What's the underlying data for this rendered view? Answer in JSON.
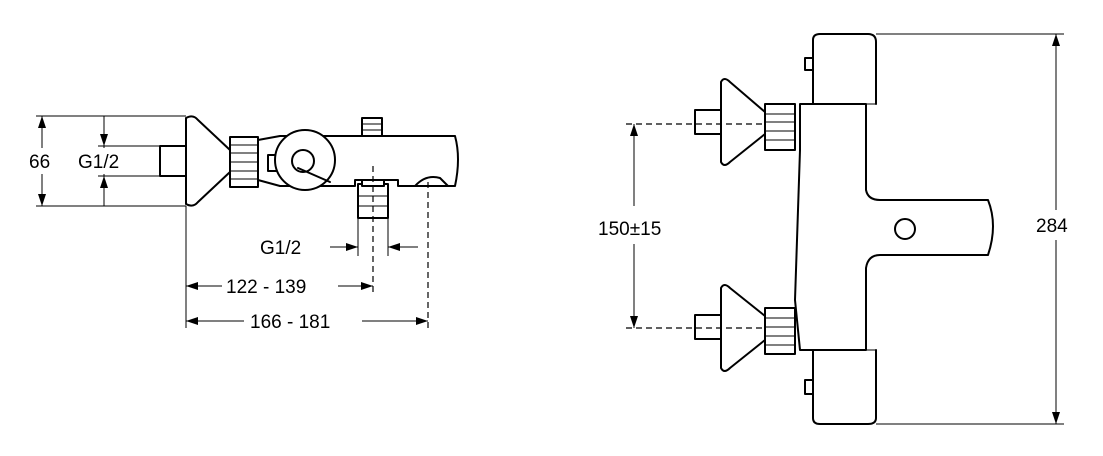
{
  "side_view": {
    "height_label": "66",
    "inlet_thread_label": "G1/2",
    "outlet_thread_label": "G1/2",
    "depth_to_outlet_label": "122 - 139",
    "total_depth_label": "166 - 181"
  },
  "front_view": {
    "inlet_spacing_label": "150±15",
    "total_height_label": "284"
  },
  "colors": {
    "line": "#000000",
    "background": "#ffffff"
  }
}
